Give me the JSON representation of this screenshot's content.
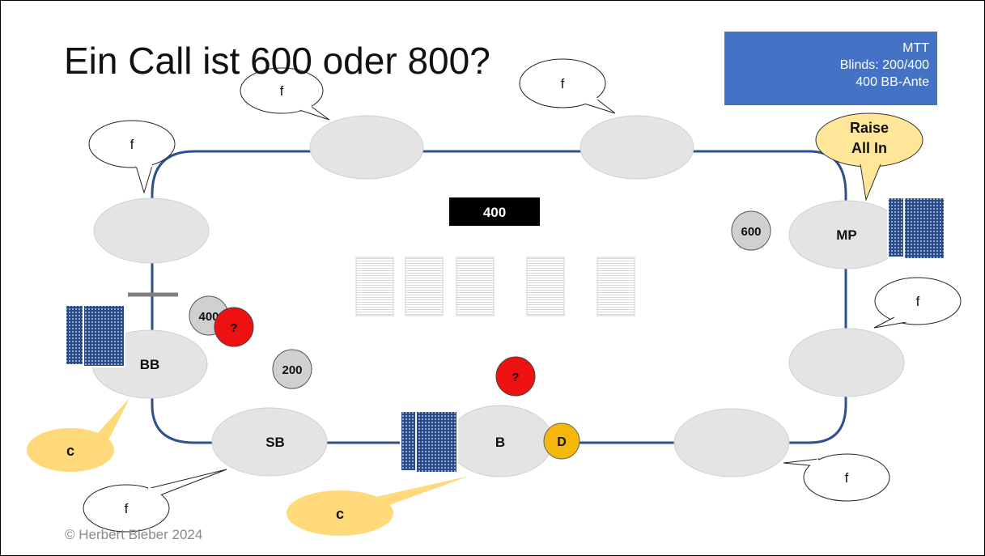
{
  "title": "Ein Call ist 600 oder 800?",
  "info_box": {
    "line1": "MTT",
    "line2": "Blinds: 200/400",
    "line3": "400 BB-Ante"
  },
  "pot": "400",
  "seats": {
    "mp": "MP",
    "bb": "BB",
    "sb": "SB",
    "button": "B"
  },
  "dealer_button": "D",
  "chips": {
    "mp_bet": "600",
    "bb_bet": "400",
    "sb_bet": "200",
    "question_bb": "?",
    "question_button": "?"
  },
  "bubbles": {
    "top_left": "f",
    "top_mid": "f",
    "top_right": "f",
    "raise_line1": "Raise",
    "raise_line2": "All In",
    "right_mid": "f",
    "bottom_right": "f",
    "bb_action": "c",
    "sb_action": "f",
    "button_action": "c"
  },
  "copyright": "© Herbert Bieber 2024",
  "colors": {
    "table_rail": "#2f4f8f",
    "seat_fill": "#e4e4e4",
    "info_box": "#4472c4",
    "call_bubble": "#ffd97a",
    "question_chip": "#ee1111",
    "dealer_button": "#f5b80a",
    "chip": "#d0d0d0"
  }
}
